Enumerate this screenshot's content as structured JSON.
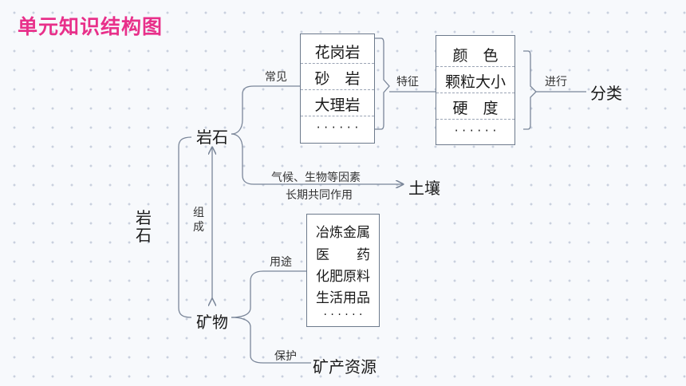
{
  "title": "单元知识结构图",
  "root": "岩\n石",
  "nodes": {
    "rock": "岩石",
    "mineral": "矿物",
    "soil": "土壤",
    "classify": "分类",
    "resource": "矿产资源"
  },
  "edge_labels": {
    "compose": "组\n成",
    "common": "常见",
    "feature": "特征",
    "perform": "进行",
    "climate_line1": "气候、生物等因素",
    "climate_line2": "长期共同作用",
    "use": "用途",
    "protect": "保护"
  },
  "rock_types": [
    "花岗岩",
    "砂　岩",
    "大理岩",
    "· · · · · ·"
  ],
  "features": [
    "颜　色",
    "颗粒大小",
    "硬　度",
    "· · · · · ·"
  ],
  "uses": [
    "冶炼金属",
    "医　　药",
    "化肥原料",
    "生活用品",
    "· · · · · ·"
  ]
}
